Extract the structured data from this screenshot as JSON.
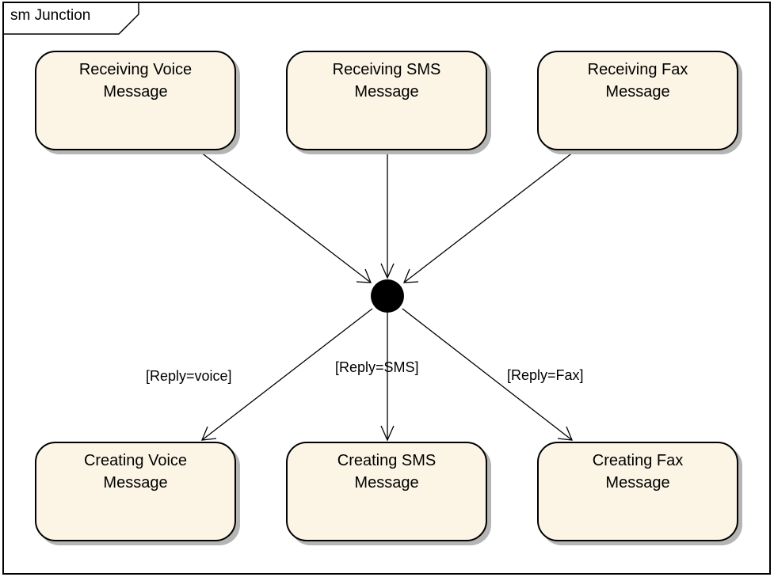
{
  "frame": {
    "title": "sm Junction"
  },
  "states": {
    "receiving_voice": "Receiving Voice\nMessage",
    "receiving_sms": "Receiving SMS\nMessage",
    "receiving_fax": "Receiving Fax\nMessage",
    "creating_voice": "Creating Voice\nMessage",
    "creating_sms": "Creating SMS\nMessage",
    "creating_fax": "Creating Fax\nMessage"
  },
  "guards": {
    "voice": "[Reply=voice]",
    "sms": "[Reply=SMS]",
    "fax": "[Reply=Fax]"
  },
  "colors": {
    "state_fill": "#fcf5e6",
    "shadow": "#b5b5b5",
    "line": "#000000"
  }
}
